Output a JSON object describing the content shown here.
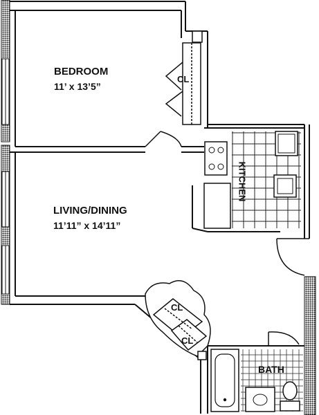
{
  "floor_plan": {
    "rooms": {
      "bedroom": {
        "name": "BEDROOM",
        "dimensions": "11’ x 13’5”"
      },
      "living": {
        "name": "LIVING/DINING",
        "dimensions": "11’11” x 14’11”"
      },
      "kitchen": {
        "name": "KITCHEN"
      },
      "bath": {
        "name": "BATH"
      }
    },
    "closets": {
      "label": "CL"
    }
  },
  "colors": {
    "ink": "#111111",
    "wall_hatch": "#222222",
    "background": "#ffffff"
  }
}
